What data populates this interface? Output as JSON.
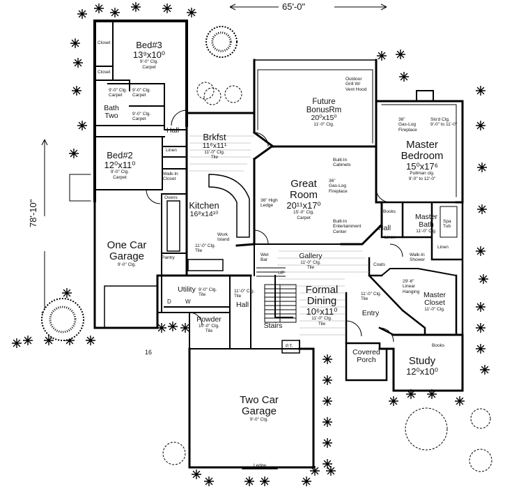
{
  "dimensions": {
    "width": "65'-0\"",
    "depth": "78'-10\""
  },
  "rooms": {
    "bed3": {
      "name": "Bed#3",
      "size": "13⁹x10⁰",
      "n1": "9'-0\" Clg.",
      "n2": "Carpet"
    },
    "closets": [
      "Closet",
      "Closet"
    ],
    "bath_two": {
      "name": "Bath\nTwo",
      "n1": "9'-0\" Clg.",
      "n2": "Carpet",
      "n3": "9'-0\" Clg.",
      "n4": "Carpet"
    },
    "bath_two_upper": {
      "n1": "9'-0\" Clg.",
      "n2": "Carpet",
      "n3": "9'-0\" Clg.",
      "n4": "Carpet"
    },
    "hall_left": {
      "name": "Hall"
    },
    "linen_left": {
      "name": "Linen"
    },
    "walkin_left": {
      "name": "Walk-In\nCloset"
    },
    "bed2": {
      "name": "Bed#2",
      "size": "12⁰x11⁰",
      "n1": "9'-0\" Clg.",
      "n2": "Carpet"
    },
    "brkfst": {
      "name": "Brkfst",
      "size": "11⁶x11¹",
      "n1": "11'-0\" Clg.",
      "n2": "Tile"
    },
    "kitchen": {
      "name": "Kitchen",
      "size": "16⁸x14¹⁰",
      "n1": "11'-0\" Clg.",
      "n2": "Tile",
      "island": "Work\nIsland",
      "ovens": "Ovens",
      "pantry": "Pantry",
      "ledge": "36\" High\nLedge"
    },
    "future": {
      "name": "Future\nBonusRm",
      "size": "20⁰x15⁰",
      "n1": "11'-0\" Clg."
    },
    "grill": {
      "text": "Outdoor\nGrill W/\nVent Hood"
    },
    "great_room": {
      "name": "Great\nRoom",
      "size": "20¹¹x17⁰",
      "n1": "15'-0\" Clg.",
      "n2": "Carpet",
      "cabinets": "Built-In\nCabinets",
      "fireplace": "36\"\nGas-Log\nFireplace",
      "entertain": "Built-In\nEntertainment\nCenter"
    },
    "master_bed": {
      "name": "Master\nBedroom",
      "size": "15⁰x17⁶",
      "n1": "Pullman clg.",
      "n2": "9'-0\" to 12'-0\"",
      "fp": "36\"\nGas-Log\nFireplace",
      "slcl": "Slo'd Clg.\n9'-0\" to 11'-0\""
    },
    "books_right": {
      "name": "Books"
    },
    "hall_right": {
      "name": "Hall"
    },
    "linen_right": {
      "name": "Linen"
    },
    "master_bath": {
      "name": "Master\nBath",
      "n1": "11'-0\" Clg.",
      "spa": "Spa\nTub",
      "linen": "Linen",
      "shower": "Walk-In\nShower"
    },
    "coats": {
      "name": "Coats"
    },
    "master_closet": {
      "name": "Master\nCloset",
      "n1": "11'-0\" Clg.",
      "hang": "29'-6\"\nLinear\nHanging"
    },
    "one_car": {
      "name": "One Car\nGarage",
      "n1": "9'-0\" Clg."
    },
    "utility": {
      "name": "Utility",
      "n1": "9'-0\" Clg.",
      "n2": "Tile",
      "d": "D",
      "w": "W"
    },
    "hall_mid": {
      "name": "Hall",
      "n1": "11'-0\" Clg.",
      "n2": "Tile"
    },
    "wetbar": {
      "name": "Wet\nBar",
      "up": "UP"
    },
    "gallery": {
      "name": "Gallery",
      "n1": "11'-0\" Clg.",
      "n2": "Tile"
    },
    "dining": {
      "name": "Formal\nDining",
      "size": "10⁶x11⁰",
      "n1": "11'-0\" Clg.",
      "n2": "Tile"
    },
    "entry": {
      "name": "Entry",
      "n1": "11'-0\" Clg.",
      "n2": "Tile"
    },
    "stairs": {
      "name": "Stairs"
    },
    "powder": {
      "name": "Powder",
      "n1": "10'-0\" Clg.",
      "n2": "Tile"
    },
    "porch": {
      "name": "Covered\nPorch",
      "pt": "P.T."
    },
    "study": {
      "name": "Study",
      "size": "12⁰x10⁰",
      "books": "Books"
    },
    "two_car": {
      "name": "Two Car\nGarage",
      "n1": "9'-0\" Clg.",
      "ledge": "Ledge"
    },
    "misc": {
      "sixteen": "16"
    }
  }
}
